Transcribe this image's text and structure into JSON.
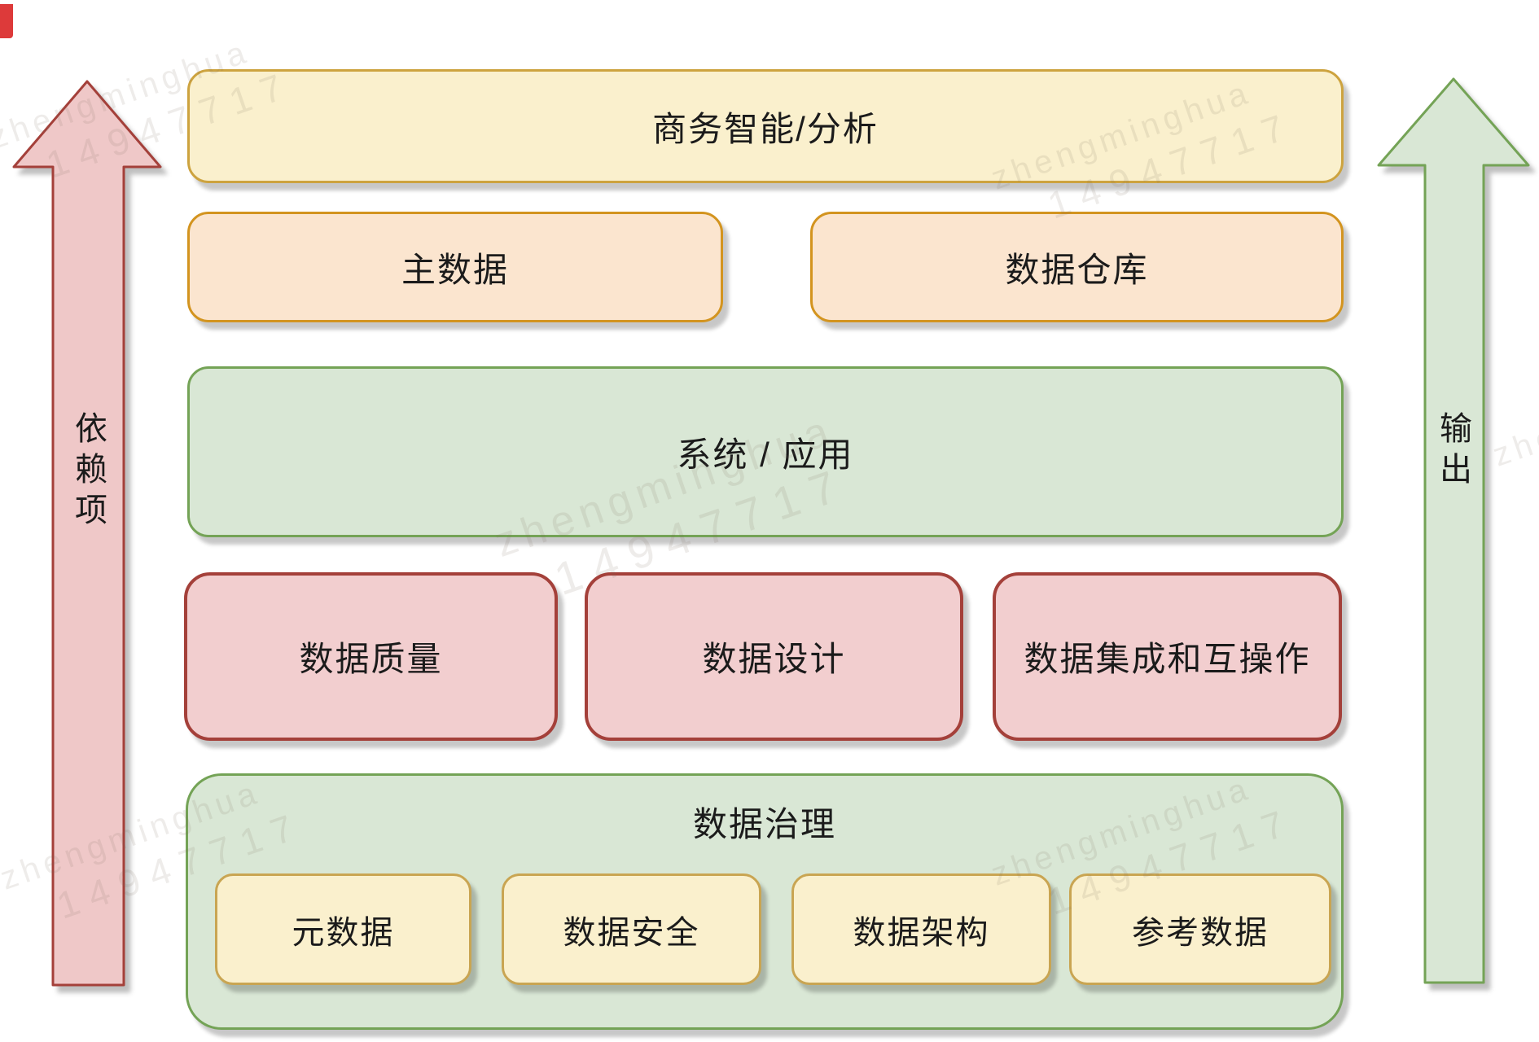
{
  "layers": {
    "bi": "商务智能/分析",
    "master_data": "主数据",
    "warehouse": "数据仓库",
    "systems": "系统 / 应用",
    "quality": "数据质量",
    "design": "数据设计",
    "integration": "数据集成和互操作",
    "governance_title": "数据治理",
    "governance_items": [
      "元数据",
      "数据安全",
      "数据架构",
      "参考数据"
    ]
  },
  "arrows": {
    "left_label": "依赖项",
    "right_label": "输出"
  },
  "watermark": {
    "name": "zhengminghua",
    "id": "14947717"
  },
  "colors": {
    "background": "#ffffff",
    "text": "#1b1b1b",
    "yellow_fill": "#faf0cd",
    "yellow_border": "#cda33f",
    "orange_fill": "#fbe5cf",
    "orange_border": "#d3941f",
    "green_fill": "#d9e7d5",
    "green_border": "#74a356",
    "red_fill": "#f2cecf",
    "red_border": "#a4403a",
    "small_yellow_border": "#c9a552",
    "dependencies_arrow_fill": "#efc8c8",
    "output_arrow_fill": "#d9e7d5",
    "corner_mark": "#dd3a3a"
  }
}
